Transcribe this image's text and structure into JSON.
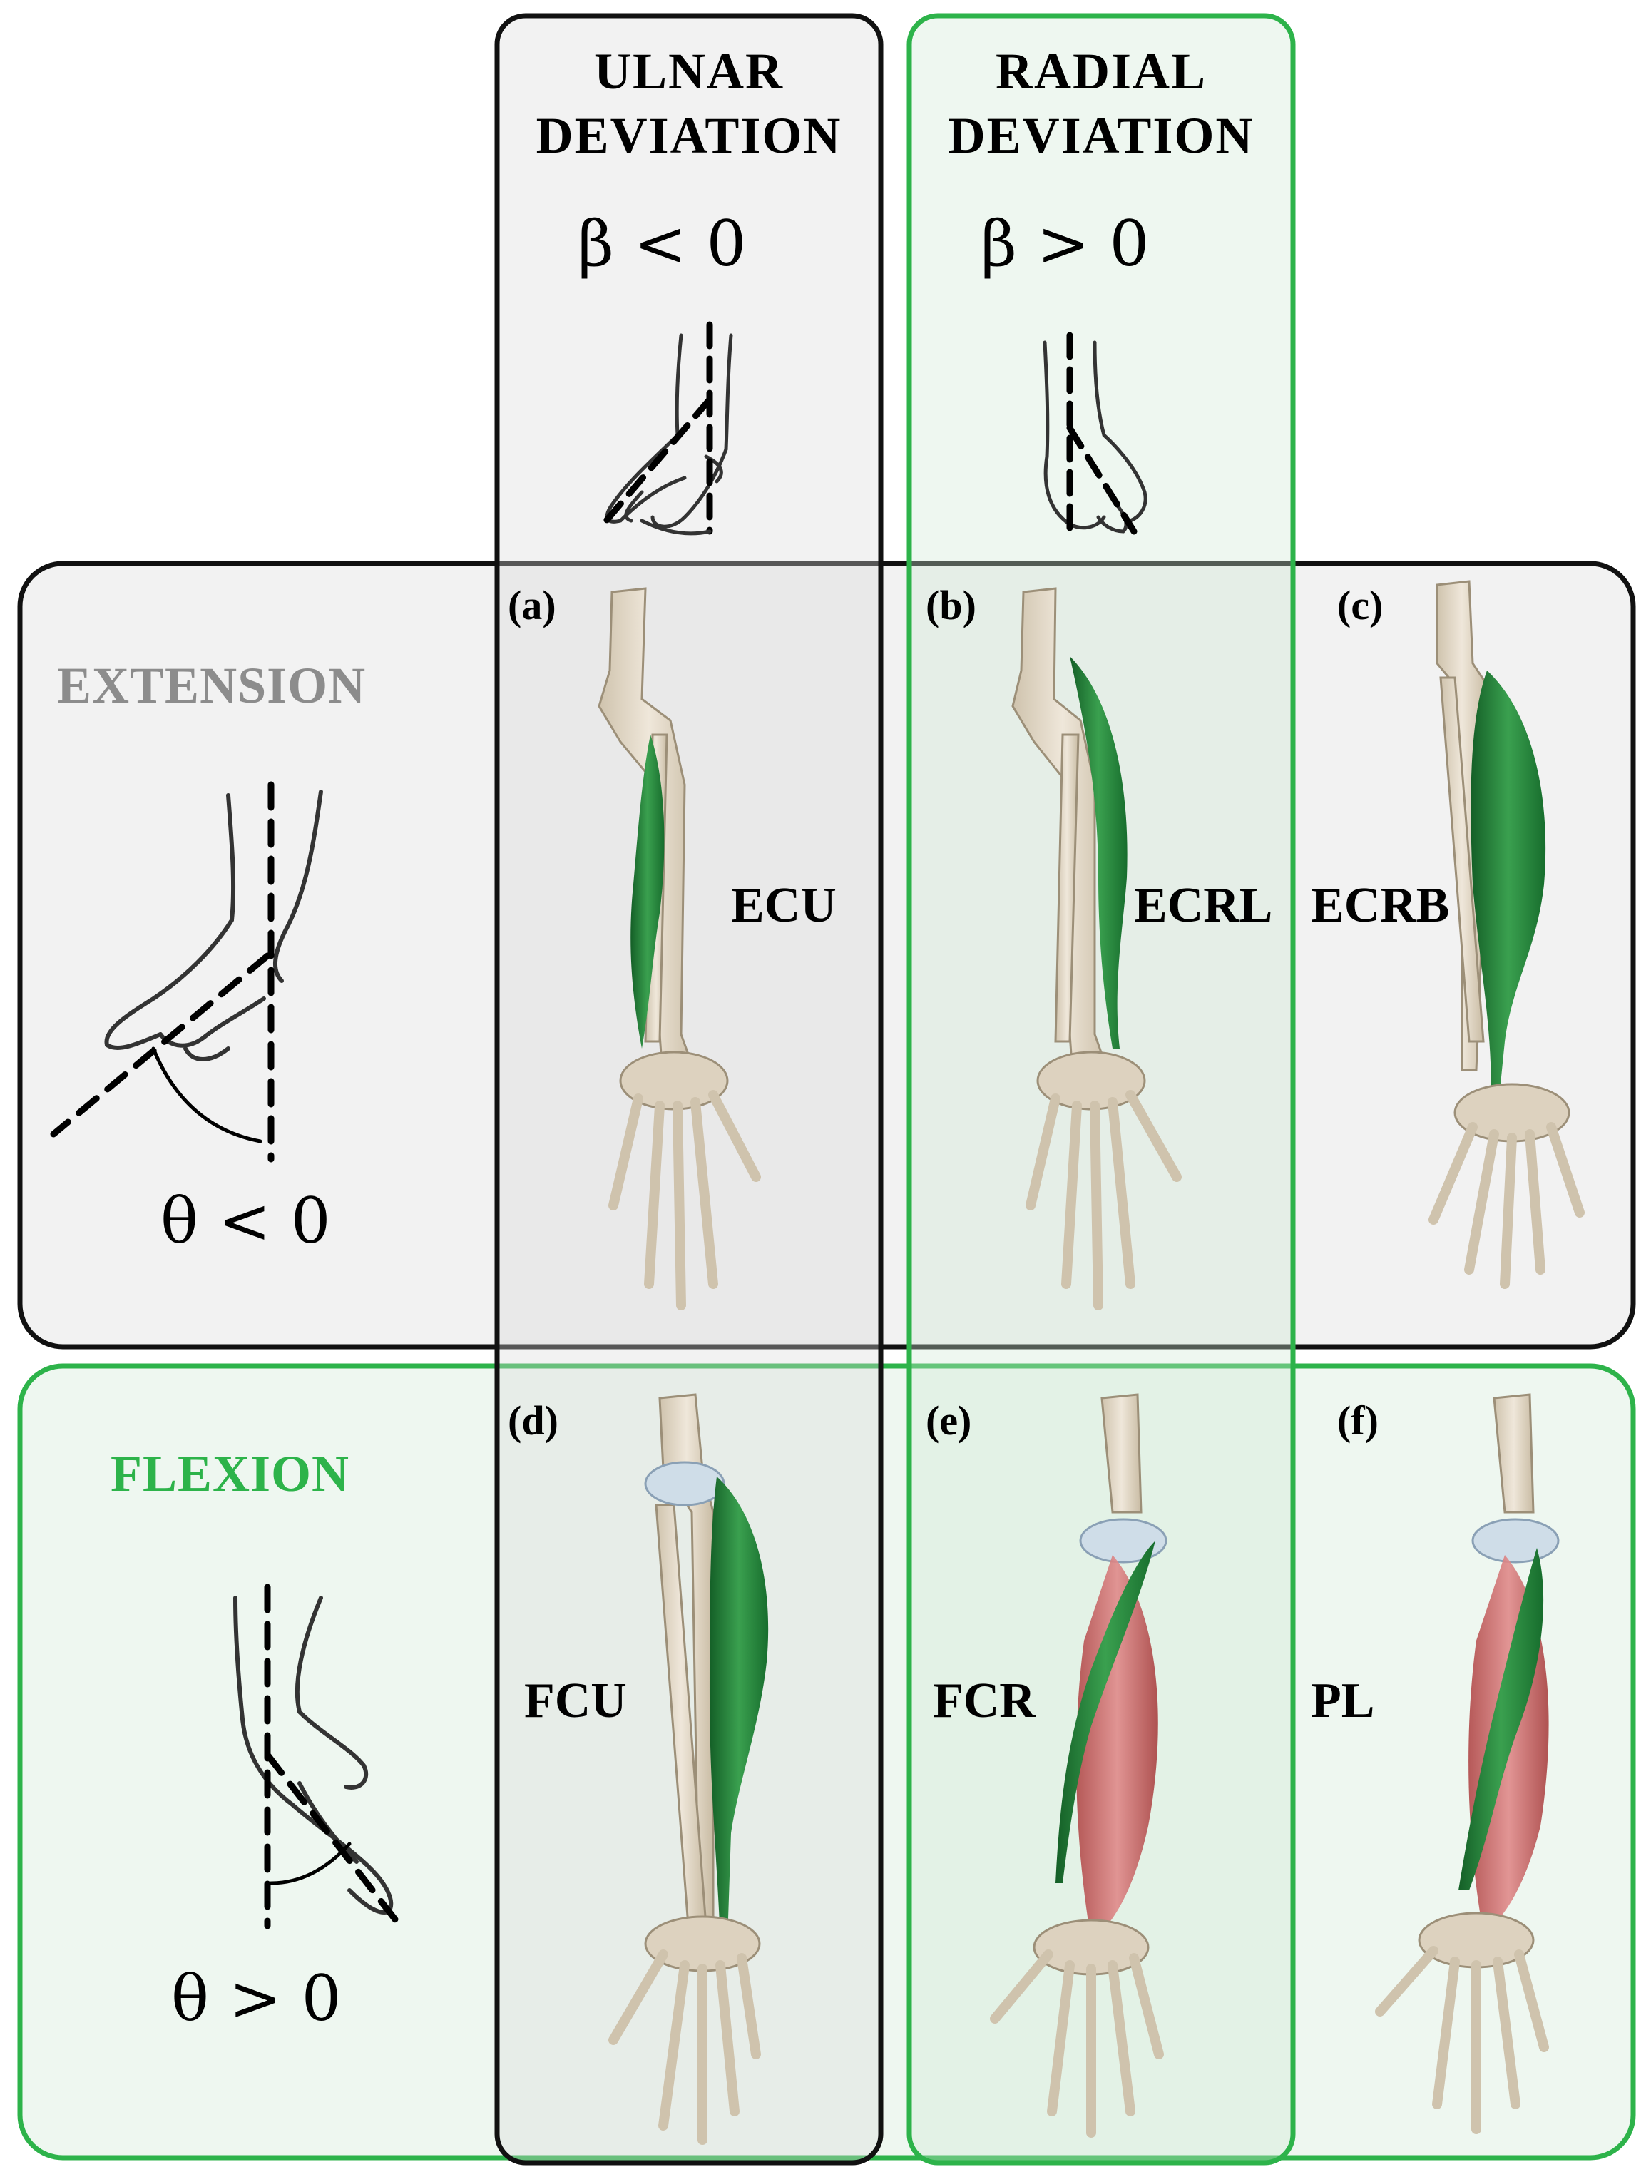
{
  "columns": {
    "ulnar": {
      "title_line1": "ULNAR",
      "title_line2": "DEVIATION",
      "condition": "β < 0"
    },
    "radial": {
      "title_line1": "RADIAL",
      "title_line2": "DEVIATION",
      "condition": "β > 0"
    }
  },
  "rows": {
    "extension": {
      "title": "EXTENSION",
      "condition": "θ < 0"
    },
    "flexion": {
      "title": "FLEXION",
      "condition": "θ > 0"
    }
  },
  "panels": [
    {
      "letter": "(a)",
      "muscle": "ECU"
    },
    {
      "letter": "(b)",
      "muscle": "ECRL"
    },
    {
      "letter": "(c)",
      "muscle": "ECRB"
    },
    {
      "letter": "(d)",
      "muscle": "FCU"
    },
    {
      "letter": "(e)",
      "muscle": "FCR"
    },
    {
      "letter": "(f)",
      "muscle": "PL"
    }
  ],
  "colors": {
    "green": "#2db34a",
    "muscle_green": "#1f8a3a",
    "muscle_red": "#c65a5a",
    "bone": "#e6dccb",
    "gray_text": "#8c8c8c",
    "black_frame": "#111111",
    "gray_fill": "#f2f2f2",
    "green_fill": "#eef7f0"
  }
}
